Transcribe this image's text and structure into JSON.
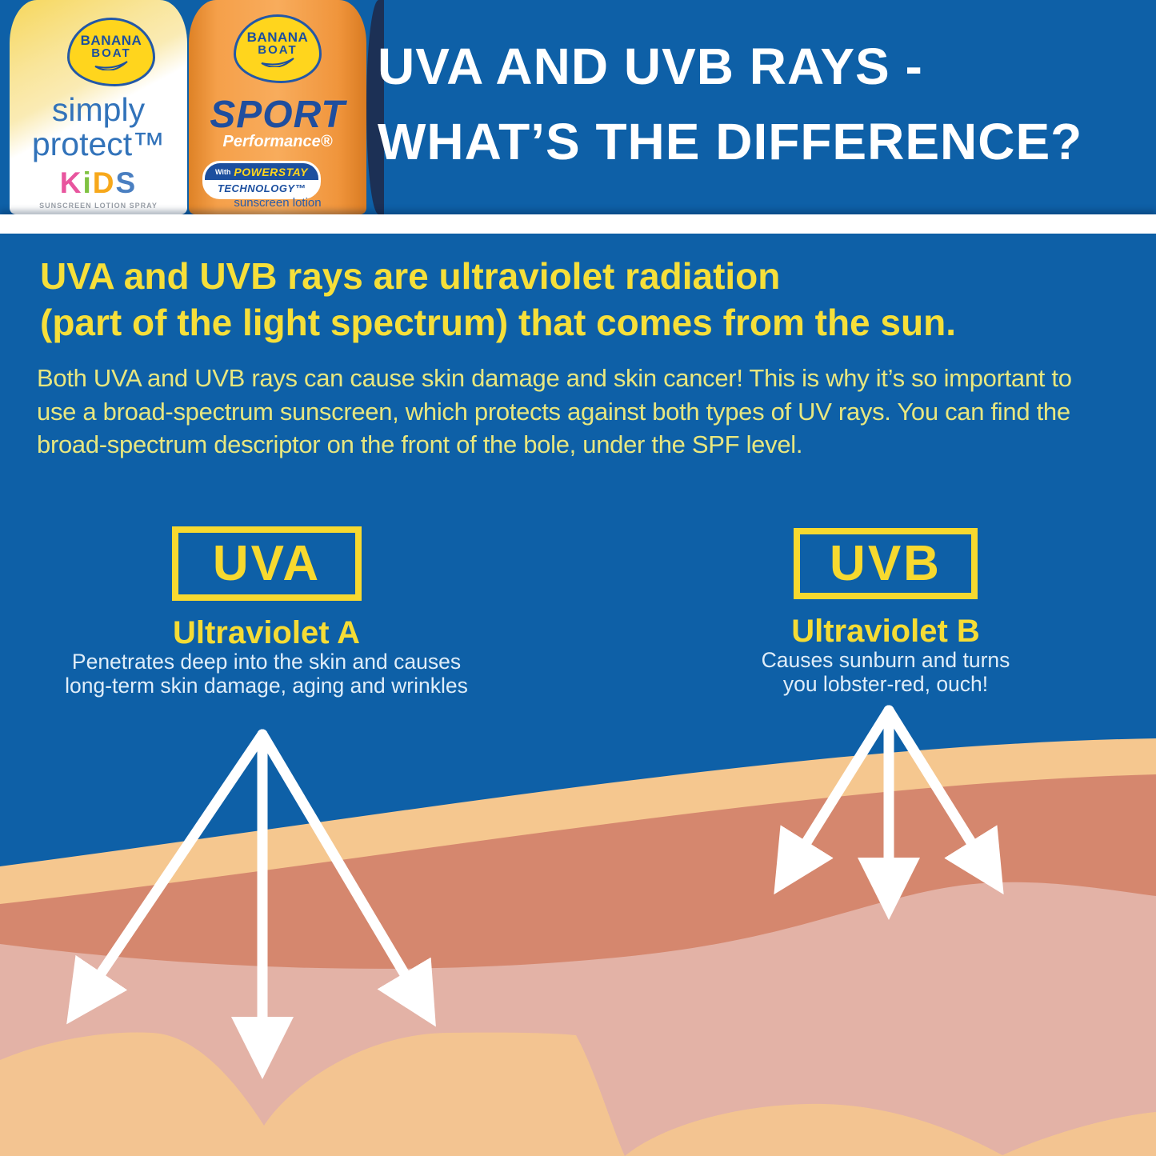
{
  "colors": {
    "background_blue": "#0E60A7",
    "divider_white": "#FFFFFF",
    "title_white": "#FFFFFF",
    "headline_yellow": "#F6DF3A",
    "body_yellow": "#E8E77F",
    "box_yellow": "#F7D92F",
    "description_white": "#DFEDF8",
    "arrow_white": "#FFFFFF"
  },
  "header": {
    "title_line1": "UVA AND UVB RAYS -",
    "title_line2": "WHAT’S THE DIFFERENCE?"
  },
  "products": {
    "left_bottle": {
      "logo_line1": "BANANA",
      "logo_line2": "BOAT",
      "name_line1": "simply",
      "name_line2": "protect™",
      "kids": [
        {
          "ch": "K",
          "color": "#E8559E"
        },
        {
          "ch": "i",
          "color": "#7FC241"
        },
        {
          "ch": "D",
          "color": "#F7A81B"
        },
        {
          "ch": "S",
          "color": "#4A7FC1"
        }
      ],
      "subtext": "SUNSCREEN LOTION SPRAY"
    },
    "right_bottle": {
      "logo_line1": "BANANA",
      "logo_line2": "BOAT",
      "range_name": "SPORT",
      "range_sub": "Performance®",
      "pill_prefix": "With",
      "pill_word": "POWERSTAY",
      "pill_bottom": "TECHNOLOGY™",
      "subtext": "sunscreen lotion"
    }
  },
  "intro": {
    "headline_line1": "UVA and UVB rays are ultraviolet radiation",
    "headline_line2": "(part of the light spectrum) that comes from the sun.",
    "body_line1": "Both UVA and UVB rays can cause skin damage and skin cancer! This is why it’s so important to",
    "body_line2": "use a broad-spectrum sunscreen, which protects against both types of UV rays. You can find the",
    "body_line3": "broad-spectrum descriptor on the front of the bole, under the SPF level."
  },
  "uva": {
    "box_label": "UVA",
    "subtitle": "Ultraviolet A",
    "desc_line1": "Penetrates deep into the skin and causes",
    "desc_line2": "long-term skin damage, aging and wrinkles"
  },
  "uvb": {
    "box_label": "UVB",
    "subtitle": "Ultraviolet B",
    "desc_line1": "Causes sunburn and turns",
    "desc_line2": "you lobster-red, ouch!"
  },
  "illustration": {
    "arrow_color": "#FFFFFF",
    "skin_layers": {
      "surface_tan": "#F5C78F",
      "dermis_salmon": "#D5876E",
      "deep_pink": "#E3B2A6",
      "subcutis_tan": "#F3C491"
    }
  }
}
